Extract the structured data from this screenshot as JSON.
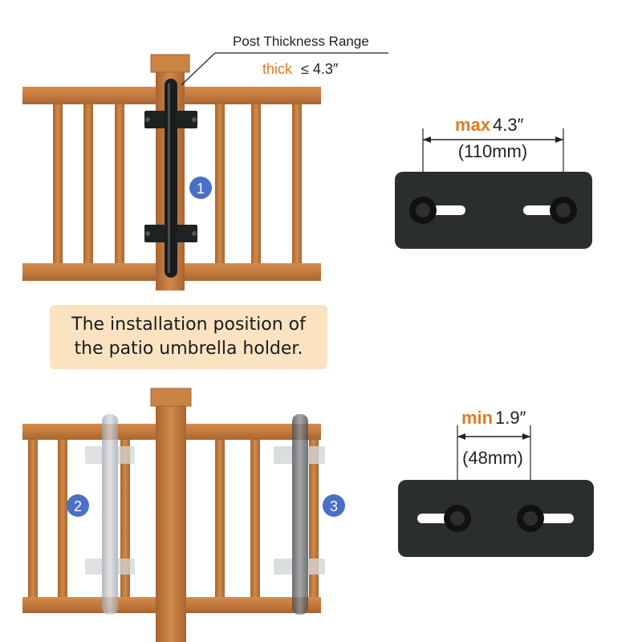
{
  "labels": {
    "post_range_title": "Post Thickness Range",
    "thick_word": "thick",
    "thick_value": "≤ 4.3″",
    "max_word": "max",
    "max_value": " 4.3″",
    "max_mm": "(110mm)",
    "min_word": "min",
    "min_value": "1.9″",
    "min_mm": "(48mm)"
  },
  "caption": {
    "line1": "The installation position of",
    "line2": "the patio umbrella holder."
  },
  "badges": [
    "1",
    "2",
    "3"
  ],
  "colors": {
    "wood": "#c27a3e",
    "wood_dark": "#8e5226",
    "accent_orange": "#e07b1f",
    "badge_blue": "#4a6fc4",
    "plate": "#2a2f2d",
    "caption_bg": "#fbe3c2"
  }
}
